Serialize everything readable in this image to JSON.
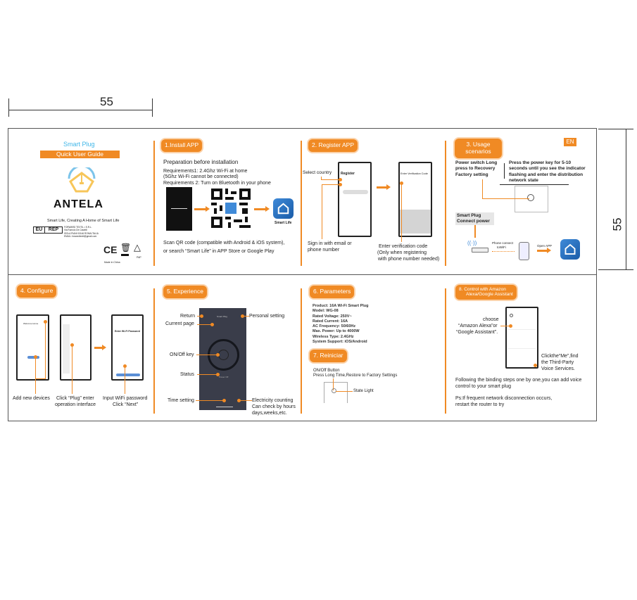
{
  "dimensions": {
    "width_label": "55",
    "height_label": "55"
  },
  "cover": {
    "product": "Smart Plug",
    "guide_title": "Quick User Guide",
    "brand": "ANTELA",
    "tagline": "Smart Life, Creating A Home of Smart Life",
    "eu_rep": [
      "EU",
      "REP"
    ],
    "rep_info": [
      "FORWARD TEXTIL • S.R.L.",
      "Via Romolo De Castelli",
      "ISOLA PIANI 00146 ROMA ITALIA",
      "EMAIL: forwardtextil@gmail.com"
    ],
    "made_in": "Made in China",
    "marks": {
      "ce": "CE",
      "recycle": "PAP"
    },
    "colors": {
      "accent": "#f08a24",
      "blue": "#3fb6e8"
    }
  },
  "install": {
    "title": "1.Install  APP",
    "prep": "Preparation before installation",
    "req1": "Requirements1: 2.4Ghz Wi-Fi at home",
    "req1b": "(5Ghz Wi-Fi cannot be connected)",
    "req2": "Requirements 2: Turn on Bluetooth in your phone",
    "app_name": "Smart Life",
    "scan1": "Scan QR code (compatible with Android & iOS system),",
    "scan2": "or search “Smart Life” in APP Store or Google Play"
  },
  "register": {
    "title": "2. Register APP",
    "select_country": "Select country",
    "screen1_title": "Register",
    "sign_in1": "Sign in with email or",
    "sign_in2": "phone number",
    "screen2_title": "Enter Verification Code",
    "verify1": "Enter verification code",
    "verify2": "(Only when registering",
    "verify3": "with phone number needed)"
  },
  "usage": {
    "title1": "3. Usage",
    "title2": "scenarios",
    "lang": "EN",
    "left1": "Power switch Long",
    "left2": "press to Recovery",
    "left3": "Factory setting",
    "right1": "Press the power key for 5-10",
    "right2": "seconds until you see the indicator",
    "right3": "flashing and enter the distribution",
    "right4": "network state",
    "plug1": "Smart  Plug",
    "plug2": "Connect power",
    "phone_connect1": "Phone connect",
    "phone_connect2": "toWiFi",
    "open_app": "Open APP"
  },
  "configure": {
    "title": "4. Configure",
    "screen1": "Welcome Home",
    "screen3": "Enter Wi-Fi Password",
    "label1": "Add new devices",
    "label2a": "Click “Plug” enter",
    "label2b": "operation interface",
    "label3a": "Input WiFi password",
    "label3b": "Click “Next”"
  },
  "experience": {
    "title": "5. Experience",
    "return": "Return",
    "current_page": "Current page",
    "onoff": "ON/Off key",
    "status": "Status",
    "time_setting": "Time setting",
    "personal": "Personal setting",
    "elec1": "Electricity counting",
    "elec2": "Can check by hours",
    "elec3": "days,weeks,etc.",
    "screen_title": "Smart Plug",
    "screen_status": "Power Off"
  },
  "parameters": {
    "title": "6. Parameters",
    "items": [
      "Product: 16A Wi-Fi Smart Plug",
      "Model: WG-08",
      "Rated Voltage: 250V~",
      "Rated Current: 16A",
      "AC  Frequency: 50/60Hz",
      "Max. Power: Up to 4000W",
      "Wireless Type: 2.4GHz",
      "System Support: iOS/Android"
    ]
  },
  "reset": {
    "title": "7. Reiniciar",
    "line1": "ON/Off Button",
    "line2": "Press Long Time,Restore to Factory Settings",
    "state_light": "State Light"
  },
  "voice": {
    "title1": "8. Control with Amazon",
    "title2": "Alexa/Google Assistant",
    "choose1": "choose",
    "choose2": "“Amazon Alexa”or",
    "choose3": "“Google Assistant”.",
    "click1": "Clickthe“Me”,find",
    "click2": "the Third-Party",
    "click3": "Voice Services.",
    "follow1": "Following the binding steps one by one,you can add voice",
    "follow2": "control to your smart plug",
    "ps1": "Ps:If frequent network disconnection occurs,",
    "ps2": "restart the router to try"
  }
}
